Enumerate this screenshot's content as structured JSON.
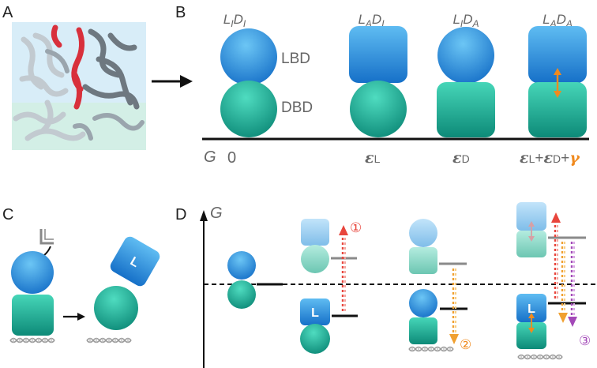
{
  "panels": {
    "a": "A",
    "b": "B",
    "c": "C",
    "d": "D"
  },
  "states": [
    {
      "label": "LIDI",
      "energy": "0",
      "lbd": "circle",
      "dbd": "circle"
    },
    {
      "label": "LADI",
      "energy": "εL",
      "lbd": "square",
      "dbd": "circle"
    },
    {
      "label": "LIDA",
      "energy": "εD",
      "lbd": "circle",
      "dbd": "square"
    },
    {
      "label": "LADA",
      "energy": "εL+εD+",
      "energy_gamma": "γ",
      "lbd": "square",
      "dbd": "square"
    }
  ],
  "domain_labels": {
    "lbd": "LBD",
    "dbd": "DBD"
  },
  "axis": {
    "g_label": "G"
  },
  "ligand_badge": "L",
  "steps": [
    "①",
    "②",
    "③"
  ],
  "colors": {
    "lbd": "#1a88d8",
    "dbd": "#12a890",
    "accent_orange": "#f08a1e",
    "accent_red": "#e8453c",
    "accent_purple": "#a349b8",
    "protein_red": "#d8303c"
  }
}
